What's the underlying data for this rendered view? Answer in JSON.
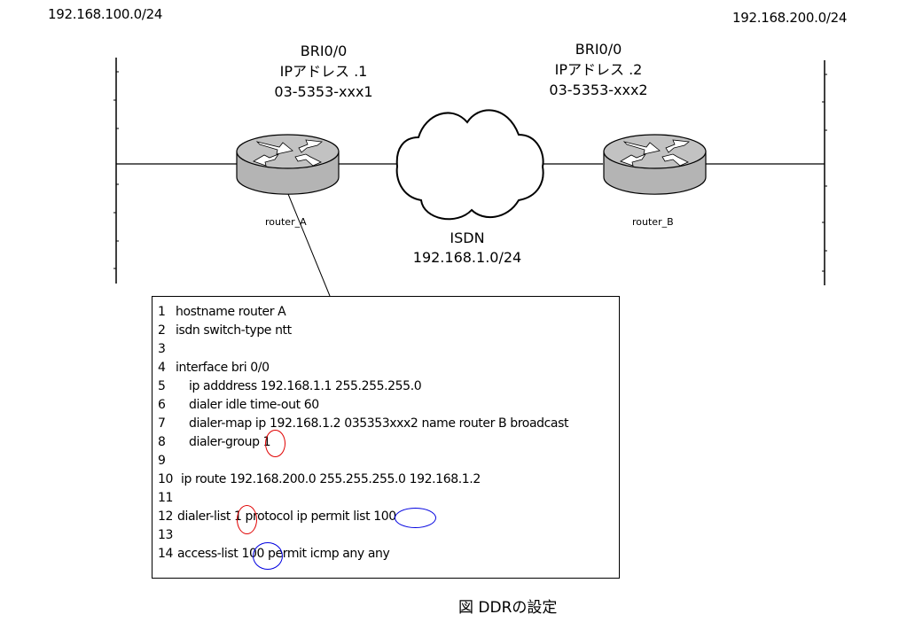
{
  "networks": {
    "lan_a": "192.168.100.0/24",
    "lan_b": "192.168.200.0/24"
  },
  "routers": [
    {
      "name": "router_A",
      "interface": "BRI0/0",
      "ip_label": "IPアドレス .1",
      "phone": "03-5353-xxx1"
    },
    {
      "name": "router_B",
      "interface": "BRI0/0",
      "ip_label": "IPアドレス .2",
      "phone": "03-5353-xxx2"
    }
  ],
  "isdn": {
    "label": "ISDN",
    "network": "192.168.1.0/24"
  },
  "config": {
    "lines": [
      {
        "num": "1",
        "text": "hostname router A"
      },
      {
        "num": "2",
        "text": "isdn switch-type ntt"
      },
      {
        "num": "3",
        "text": ""
      },
      {
        "num": "4",
        "text": "interface bri 0/0"
      },
      {
        "num": "5",
        "text": "ip adddress 192.168.1.1 255.255.255.0"
      },
      {
        "num": "6",
        "text": "dialer idle time-out 60"
      },
      {
        "num": "7",
        "text": "dialer-map ip 192.168.1.2 035353xxx2 name router B broadcast"
      },
      {
        "num": "8",
        "text": "dialer-group 1"
      },
      {
        "num": "9",
        "text": ""
      },
      {
        "num": "10",
        "text": "ip route 192.168.200.0  255.255.255.0 192.168.1.2"
      },
      {
        "num": "11",
        "text": ""
      },
      {
        "num": "12",
        "text": "dialer-list 1 protocol ip permit list 100"
      },
      {
        "num": "13",
        "text": ""
      },
      {
        "num": "14",
        "text": "access-list 100 permit icmp any any"
      }
    ],
    "highlight_colors": {
      "dialer_group": "#e00000",
      "access_list": "#0000e0"
    }
  },
  "caption": "図 DDRの設定",
  "colors": {
    "router_body": "#b8b8b8",
    "router_top": "#c4c4c4",
    "line": "#000000"
  }
}
